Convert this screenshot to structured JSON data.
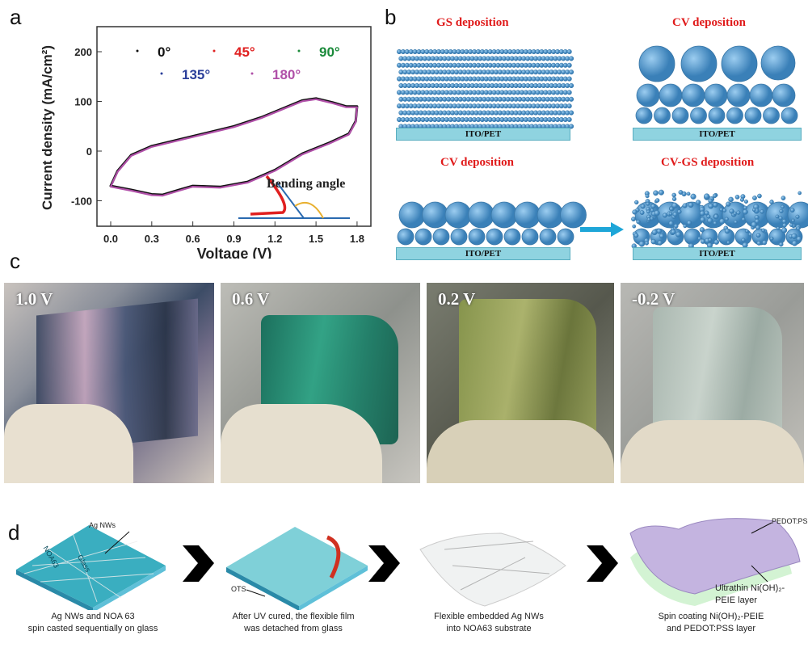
{
  "panels": {
    "a": "a",
    "b": "b",
    "c": "c",
    "d": "d"
  },
  "chart_data": {
    "type": "line",
    "xlabel": "Voltage (V)",
    "ylabel": "Current density (mA/cm²)",
    "xlim": [
      -0.1,
      1.9
    ],
    "ylim": [
      -150,
      250
    ],
    "xticks": [
      "0.0",
      "0.3",
      "0.6",
      "0.9",
      "1.2",
      "1.5",
      "1.8"
    ],
    "yticks": [
      "200",
      "100",
      "0",
      "-100"
    ],
    "legend": [
      {
        "name": "0°",
        "color": "#111111"
      },
      {
        "name": "45°",
        "color": "#e02020"
      },
      {
        "name": "90°",
        "color": "#1a8a3a"
      },
      {
        "name": "135°",
        "color": "#2b3f9a"
      },
      {
        "name": "180°",
        "color": "#b050a8"
      }
    ],
    "legend_placement": "top",
    "inset_label": "Bending angle",
    "series_curve": [
      [
        0,
        -70
      ],
      [
        0.05,
        -40
      ],
      [
        0.15,
        -8
      ],
      [
        0.3,
        10
      ],
      [
        0.6,
        30
      ],
      [
        0.9,
        50
      ],
      [
        1.1,
        68
      ],
      [
        1.25,
        85
      ],
      [
        1.4,
        102
      ],
      [
        1.5,
        106
      ],
      [
        1.62,
        98
      ],
      [
        1.72,
        90
      ],
      [
        1.8,
        90
      ],
      [
        1.79,
        60
      ],
      [
        1.74,
        35
      ],
      [
        1.6,
        17
      ],
      [
        1.4,
        -5
      ],
      [
        1.2,
        -38
      ],
      [
        1.0,
        -62
      ],
      [
        0.8,
        -72
      ],
      [
        0.6,
        -70
      ],
      [
        0.5,
        -78
      ],
      [
        0.38,
        -88
      ],
      [
        0.3,
        -87
      ],
      [
        0.15,
        -78
      ],
      [
        0,
        -70
      ]
    ]
  },
  "b": {
    "gs": "GS deposition",
    "cv1": "CV deposition",
    "cv2": "CV deposition",
    "cvgs": "CV-GS deposition",
    "ito": "ITO/PET"
  },
  "c": {
    "voltages": [
      "1.0 V",
      "0.6 V",
      "0.2 V",
      "-0.2 V"
    ]
  },
  "d": {
    "notes": {
      "agnws": "Ag NWs",
      "noa": "NOA63",
      "glass": "Glass",
      "ots": "OTS",
      "pedot": "PEDOT:PSS",
      "nioh1": "Ultrathin Ni(OH)₂-",
      "nioh2": "PEIE layer"
    },
    "captions": [
      [
        "Ag NWs and NOA 63",
        "spin casted sequentially on glass"
      ],
      [
        "After UV cured, the flexible film",
        "was detached from glass"
      ],
      [
        "Flexible embedded Ag NWs",
        "into NOA63 substrate"
      ],
      [
        "Spin coating Ni(OH)₂-PEIE",
        "and PEDOT:PSS layer"
      ]
    ]
  }
}
